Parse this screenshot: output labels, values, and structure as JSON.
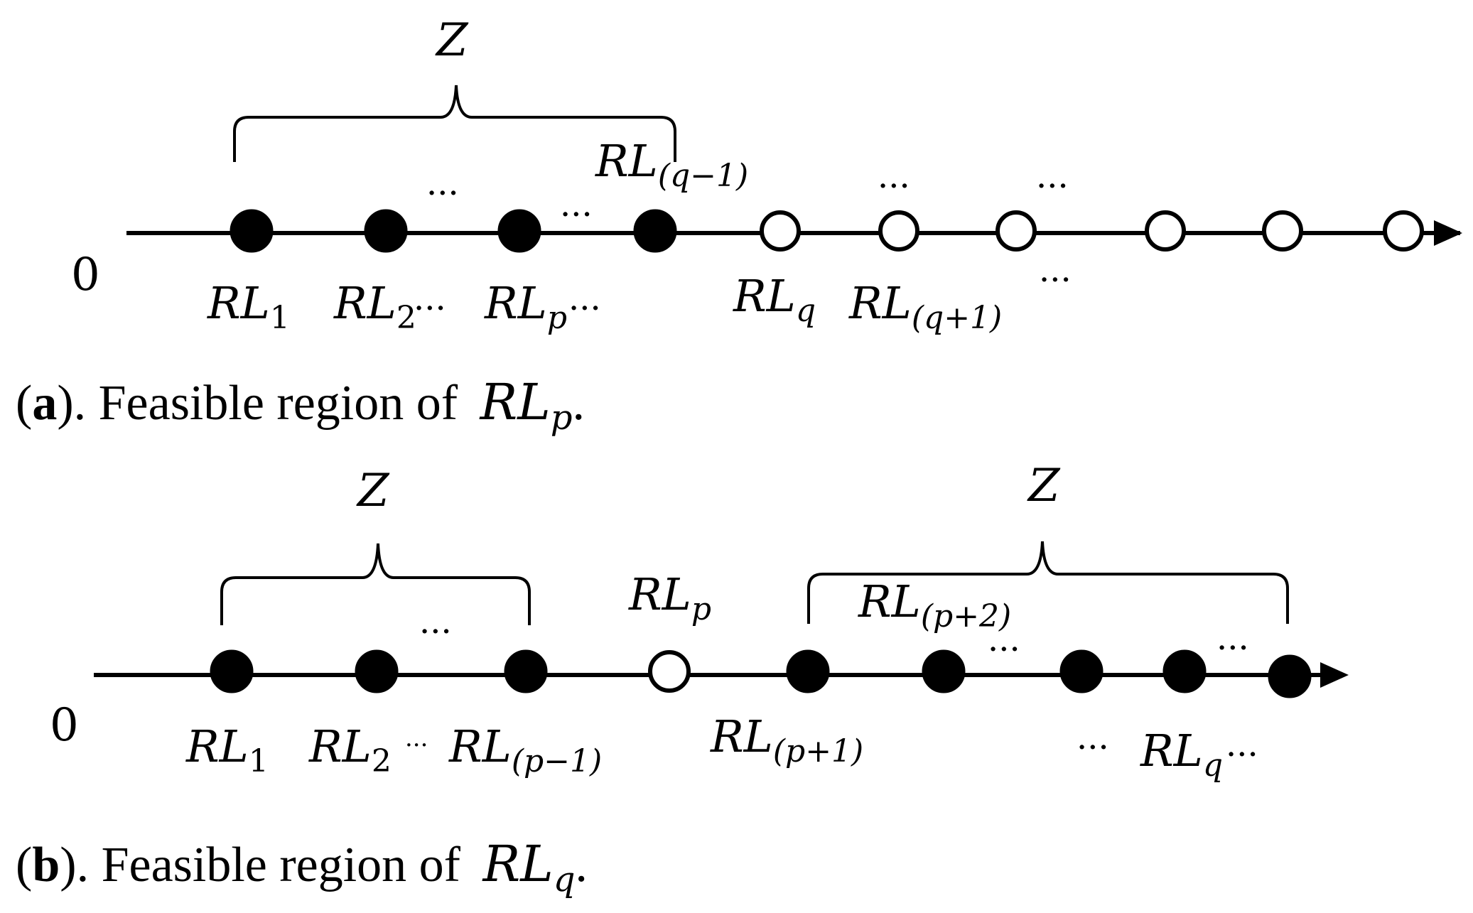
{
  "panel_a": {
    "zero_label": "0",
    "brace_label": "Z",
    "points": [
      {
        "base": "RL",
        "sub": "1",
        "filled": true
      },
      {
        "base": "RL",
        "sub": "2",
        "filled": true
      },
      {
        "base": "RL",
        "sub": "p",
        "filled": true
      },
      {
        "base": "RL",
        "sub": "(q−1)",
        "filled": true
      },
      {
        "base": "RL",
        "sub": "q",
        "filled": false
      },
      {
        "base": "RL",
        "sub": "(q+1)",
        "filled": false
      },
      {
        "base": "",
        "sub": "",
        "filled": false
      },
      {
        "base": "",
        "sub": "",
        "filled": false
      },
      {
        "base": "",
        "sub": "",
        "filled": false
      },
      {
        "base": "",
        "sub": "",
        "filled": false
      }
    ],
    "ellipsis": "···",
    "caption": {
      "letter": "a",
      "text": ". Feasible region of ",
      "var_base": "RL",
      "var_sub": "p",
      "end": "."
    }
  },
  "panel_b": {
    "zero_label": "0",
    "brace_left_label": "Z",
    "brace_right_label": "Z",
    "points": [
      {
        "base": "RL",
        "sub": "1",
        "filled": true
      },
      {
        "base": "RL",
        "sub": "2",
        "filled": true
      },
      {
        "base": "RL",
        "sub": "(p−1)",
        "filled": true
      },
      {
        "base": "RL",
        "sub": "p",
        "filled": false
      },
      {
        "base": "RL",
        "sub": "(p+1)",
        "filled": true
      },
      {
        "base": "RL",
        "sub": "(p+2)",
        "filled": true
      },
      {
        "base": "",
        "sub": "",
        "filled": true
      },
      {
        "base": "",
        "sub": "",
        "filled": true
      },
      {
        "base": "RL",
        "sub": "q",
        "filled": true
      }
    ],
    "ellipsis": "···",
    "caption": {
      "letter": "b",
      "text": ". Feasible region of ",
      "var_base": "RL",
      "var_sub": "q",
      "end": "."
    }
  }
}
